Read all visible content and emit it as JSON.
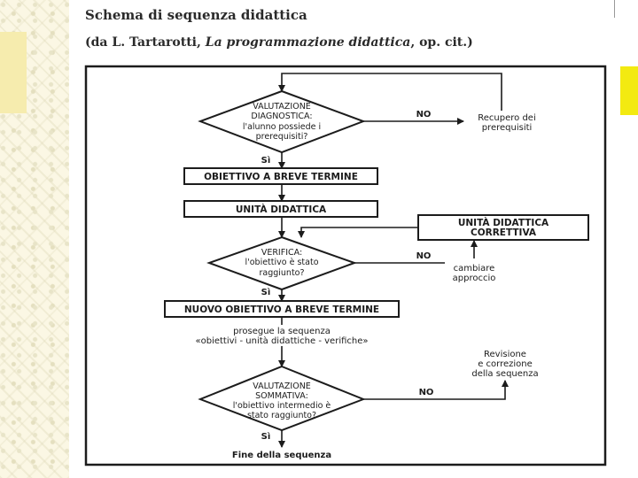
{
  "header": {
    "title": "Schema di sequenza didattica",
    "subtitle_prefix": "(da L. Tartarotti, ",
    "subtitle_book": "La programmazione didattica",
    "subtitle_suffix": ", op. cit.)"
  },
  "diagram": {
    "valutazione_diagnostica": [
      "VALUTAZIONE",
      "DIAGNOSTICA:",
      "l'alunno possiede i",
      "prerequisiti?"
    ],
    "no_label_1": "NO",
    "recupero": [
      "Recupero dei",
      "prerequisiti"
    ],
    "si_label_1": "Sì",
    "obiettivo_breve": "OBIETTIVO A BREVE TERMINE",
    "unita_didattica": "UNITÀ DIDATTICA",
    "unita_correttiva": [
      "UNITÀ DIDATTICA",
      "CORRETTIVA"
    ],
    "verifica": [
      "VERIFICA:",
      "l'obiettivo è stato",
      "raggiunto?"
    ],
    "no_label_2": "NO",
    "cambiare": [
      "cambiare",
      "approccio"
    ],
    "si_label_2": "Sì",
    "nuovo_obiettivo": "NUOVO OBIETTIVO A BREVE TERMINE",
    "prosegue": [
      "prosegue la sequenza",
      "«obiettivi - unità didattiche - verifiche»"
    ],
    "revisione": [
      "Revisione",
      "e correzione",
      "della sequenza"
    ],
    "valutazione_sommativa": [
      "VALUTAZIONE",
      "SOMMATIVA:",
      "l'obiettivo intermedio è",
      "stato raggiunto?"
    ],
    "no_label_3": "NO",
    "si_label_3": "Sì",
    "fine": "Fine della sequenza"
  },
  "colors": {
    "ink": "#1c1c1c",
    "band_yellow": "#f3ea11",
    "pattern_bg": "#fbf7e4"
  }
}
